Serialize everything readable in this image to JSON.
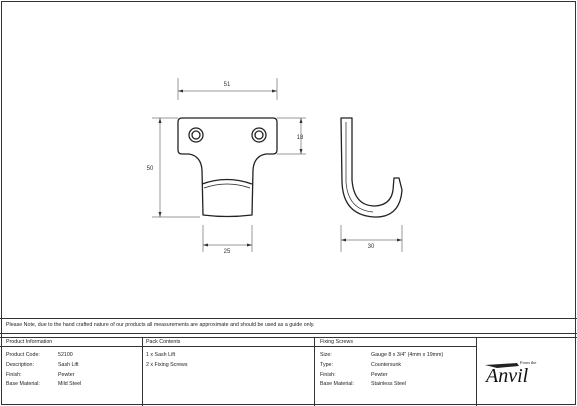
{
  "dimensions": {
    "width": "51",
    "height": "50",
    "top_band": "18",
    "base_width": "25",
    "hook_depth": "30"
  },
  "note": "Please Note, due to the hand crafted nature of our products all measurements are approximate and should be used as a guide only.",
  "product_information": {
    "title": "Product Information",
    "rows": [
      {
        "label": "Product Code:",
        "value": "52100"
      },
      {
        "label": "Description:",
        "value": "Sash Lift"
      },
      {
        "label": "Finish:",
        "value": "Pewter"
      },
      {
        "label": "Base Material:",
        "value": "Mild Steel"
      }
    ]
  },
  "pack_contents": {
    "title": "Pack Contents",
    "items": [
      "1 x Sash Lift",
      "2 x Fixing Screws"
    ]
  },
  "fixing_screws": {
    "title": "Fixing Screws",
    "rows": [
      {
        "label": "Size:",
        "value": "Gauge 8 x 3/4\" (4mm x 19mm)"
      },
      {
        "label": "Type:",
        "value": "Countersunk"
      },
      {
        "label": "Finish:",
        "value": "Pewter"
      },
      {
        "label": "Base Material:",
        "value": "Stainless Steel"
      }
    ]
  },
  "brand": {
    "prefix": "From the",
    "name": "Anvil"
  }
}
